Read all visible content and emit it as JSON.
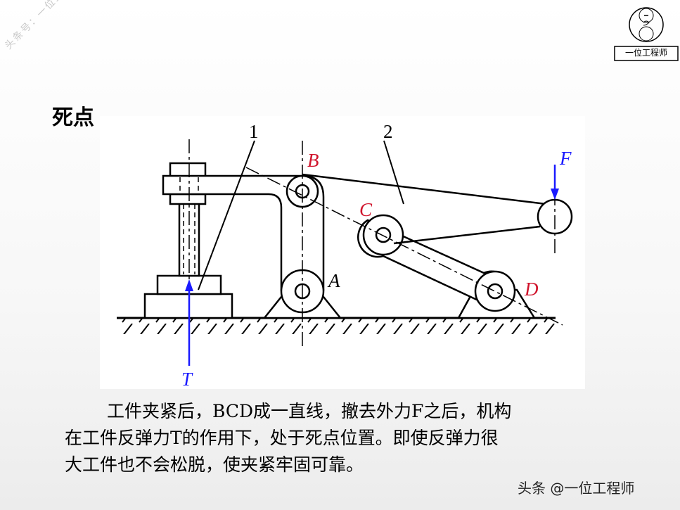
{
  "watermark": "头条号：一位工程师",
  "logo": {
    "text": "一位工程师"
  },
  "heading": "死点",
  "diagram": {
    "labels": {
      "num1": "1",
      "num2": "2",
      "B": "B",
      "C": "C",
      "A": "A",
      "D": "D",
      "F": "F",
      "T": "T"
    },
    "colors": {
      "label": "#d0142c",
      "force": "#1a1aff",
      "line": "#000000"
    }
  },
  "caption": {
    "line1": "工件夹紧后，BCD成一直线，撤去外力F之后，机构",
    "line2": "在工件反弹力T的作用下，处于死点位置。即使反弹力很",
    "line3": "大工件也不会松脱，使夹紧牢固可靠。"
  },
  "footer": "头条 @一位工程师"
}
